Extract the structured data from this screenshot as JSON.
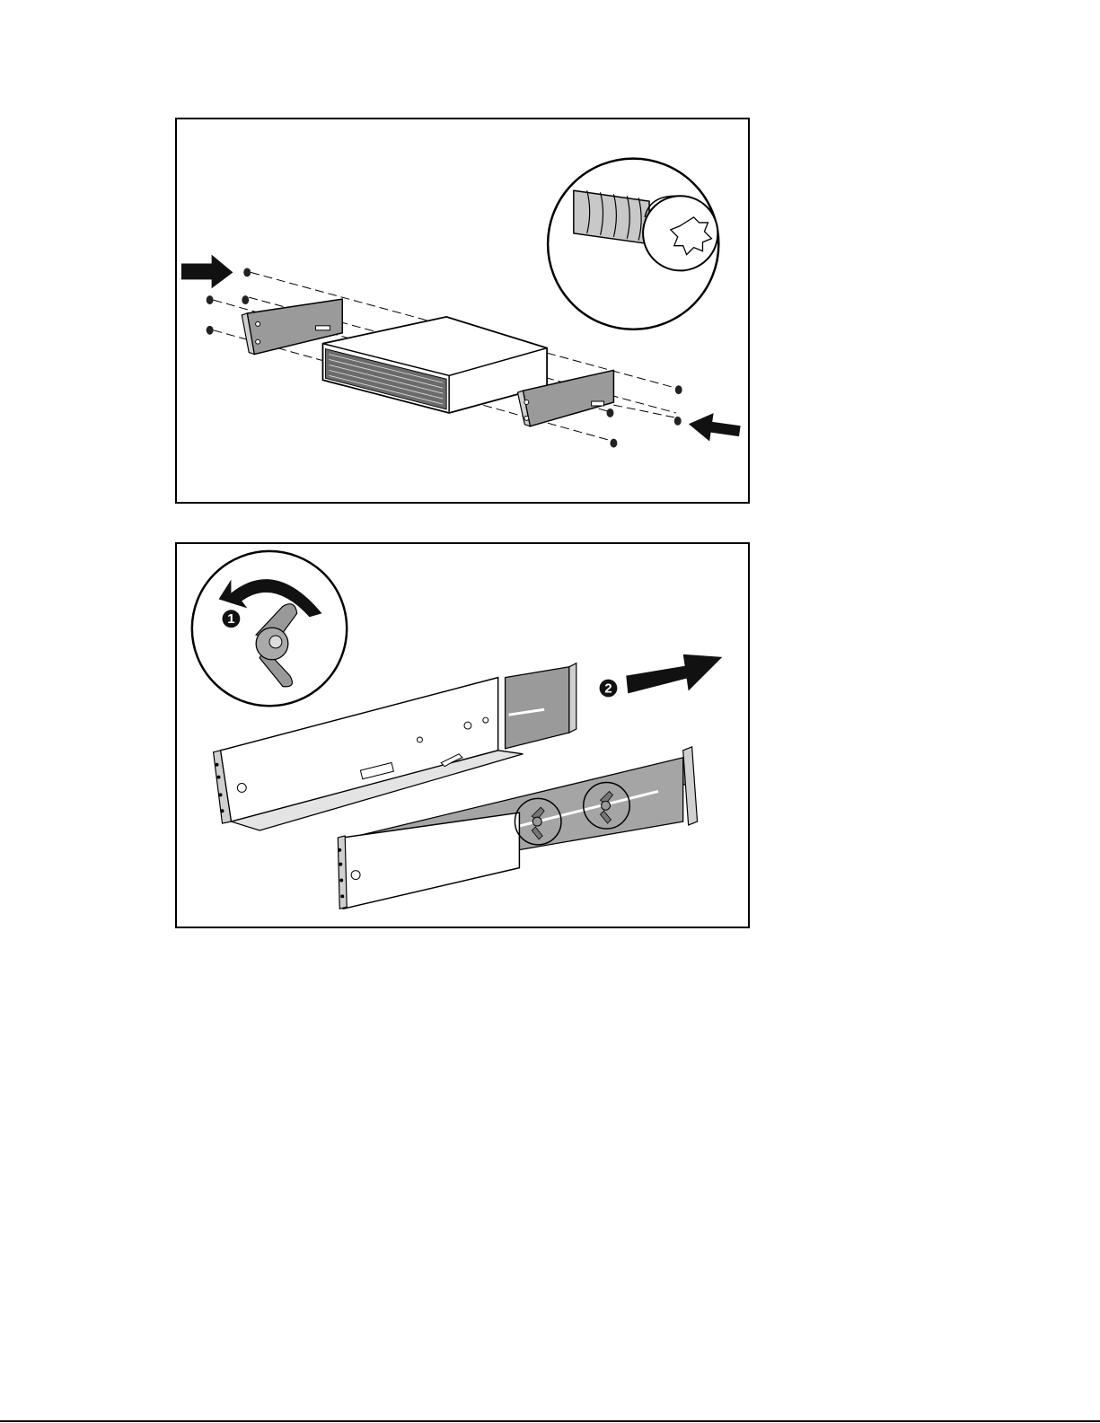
{
  "figures": [
    {
      "id": "mounting-brackets",
      "callouts": []
    },
    {
      "id": "rail-extension",
      "callouts": [
        {
          "number": "1",
          "icon": "wing-nut-loosen-icon"
        },
        {
          "number": "2",
          "icon": "extend-arrow-icon"
        }
      ]
    }
  ],
  "colors": {
    "line": "#000000",
    "shade": "#9a9a9a",
    "light_shade": "#d0d0d0",
    "panel": "#ffffff"
  }
}
